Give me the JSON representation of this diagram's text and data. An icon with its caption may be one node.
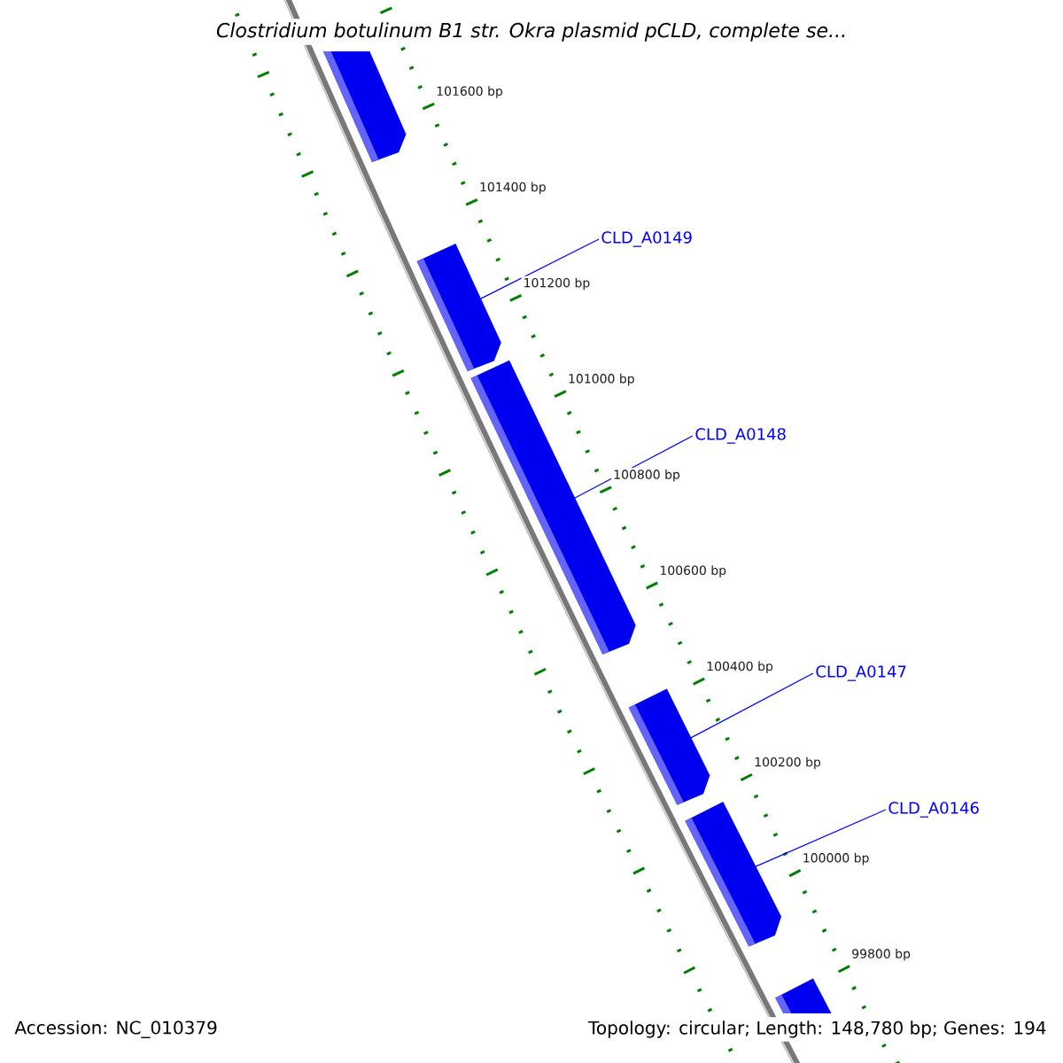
{
  "diagram": {
    "title": "Clostridium botulinum B1 str. Okra plasmid pCLD, complete se...",
    "nodes": [
      {
        "text": [],
        "shape": "bar"
      },
      {
        "text": [],
        "shape": "bar"
      },
      {
        "text": [],
        "shape": "bar"
      },
      {
        "text": [],
        "shape": "bar"
      },
      {
        "text": [],
        "shape": "bar"
      },
      {
        "text": [],
        "shape": "bar"
      },
      {
        "text": [
          "CLD_A0149"
        ]
      },
      {
        "text": [
          "CLD_A0148"
        ]
      },
      {
        "text": [
          "CLD_A0147"
        ]
      },
      {
        "text": [
          "CLD_A0146"
        ]
      }
    ],
    "edges": [
      {
        "from": 6,
        "to": 1,
        "arrow": "none"
      },
      {
        "from": 7,
        "to": 2,
        "arrow": "none"
      },
      {
        "from": 8,
        "to": 3,
        "arrow": "none"
      },
      {
        "from": 9,
        "to": 4,
        "arrow": "none"
      }
    ],
    "labels": [
      "101600 bp",
      "101400 bp",
      "101200 bp",
      "101000 bp",
      "100800 bp",
      "100600 bp",
      "100400 bp",
      "100200 bp",
      "100000 bp",
      "99800 bp",
      "Accession: NC_010379",
      "Topology: circular; Length: 148,780 bp; Genes: 194"
    ]
  }
}
